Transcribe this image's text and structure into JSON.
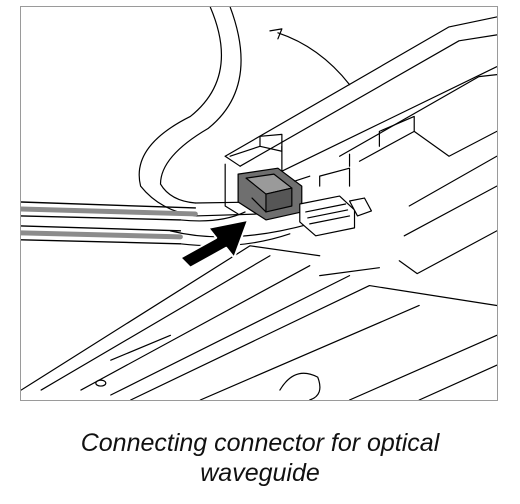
{
  "figure": {
    "caption_line1": "Connecting connector for optical",
    "caption_line2": "waveguide",
    "arrow_icon": "insert-direction-arrow",
    "colors": {
      "line": "#000000",
      "cable_gray": "#8c8c8c",
      "connector_gray": "#6f6f6f",
      "arrow": "#000000",
      "frame": "#9a9a9a"
    }
  }
}
